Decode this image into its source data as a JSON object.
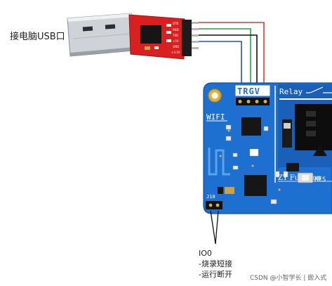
{
  "usb_label": "接电脑USB口",
  "module": {
    "pin_header_label": "TRGV",
    "relay_label": "Relay",
    "wifi_label": "WIFI",
    "brand_label": "ZY Function",
    "res_label": "RES",
    "jumper_label": "J10",
    "usb_pins": [
      "DTR",
      "RXD",
      "TXD",
      "+5V",
      "GND",
      "+3.3V"
    ]
  },
  "notes": {
    "pin": "IO0",
    "line1": "-烧录短接",
    "line2": "-运行断开"
  },
  "watermark": "CSDN @小智学长 | 嵌入式",
  "colors": {
    "board_blue": "#1d6fd0",
    "adapter_red": "#d92020",
    "wire_red": "#e23b3b",
    "wire_green": "#2f9e44",
    "wire_black": "#111111",
    "wire_blue": "#2b4fb8"
  }
}
